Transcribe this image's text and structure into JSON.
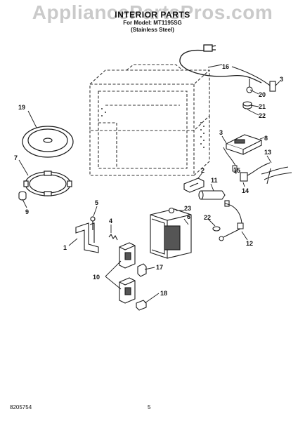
{
  "page": {
    "watermark": "AppliancePartsPros.com",
    "title": "INTERIOR PARTS",
    "model_line": "For Model: MT1195SG",
    "color_line": "(Stainless Steel)",
    "doc_number": "8205754",
    "page_number": "5"
  },
  "callouts": [
    {
      "id": "c1",
      "label": "1"
    },
    {
      "id": "c2",
      "label": "2"
    },
    {
      "id": "c3a",
      "label": "3"
    },
    {
      "id": "c3b",
      "label": "3"
    },
    {
      "id": "c4",
      "label": "4"
    },
    {
      "id": "c5",
      "label": "5"
    },
    {
      "id": "c6",
      "label": "6"
    },
    {
      "id": "c7",
      "label": "7"
    },
    {
      "id": "c8",
      "label": "8"
    },
    {
      "id": "c9",
      "label": "9"
    },
    {
      "id": "c10",
      "label": "10"
    },
    {
      "id": "c11",
      "label": "11"
    },
    {
      "id": "c12",
      "label": "12"
    },
    {
      "id": "c13",
      "label": "13"
    },
    {
      "id": "c14",
      "label": "14"
    },
    {
      "id": "c15",
      "label": "15"
    },
    {
      "id": "c16",
      "label": "16"
    },
    {
      "id": "c17",
      "label": "17"
    },
    {
      "id": "c18",
      "label": "18"
    },
    {
      "id": "c19",
      "label": "19"
    },
    {
      "id": "c20",
      "label": "20"
    },
    {
      "id": "c21",
      "label": "21"
    },
    {
      "id": "c22a",
      "label": "22"
    },
    {
      "id": "c22b",
      "label": "22"
    },
    {
      "id": "c23",
      "label": "23"
    }
  ],
  "colors": {
    "line": "#1a1a1a",
    "dashed": "#333333",
    "part_fill": "#ffffff",
    "shade": "#555555",
    "watermark": "#969696"
  }
}
